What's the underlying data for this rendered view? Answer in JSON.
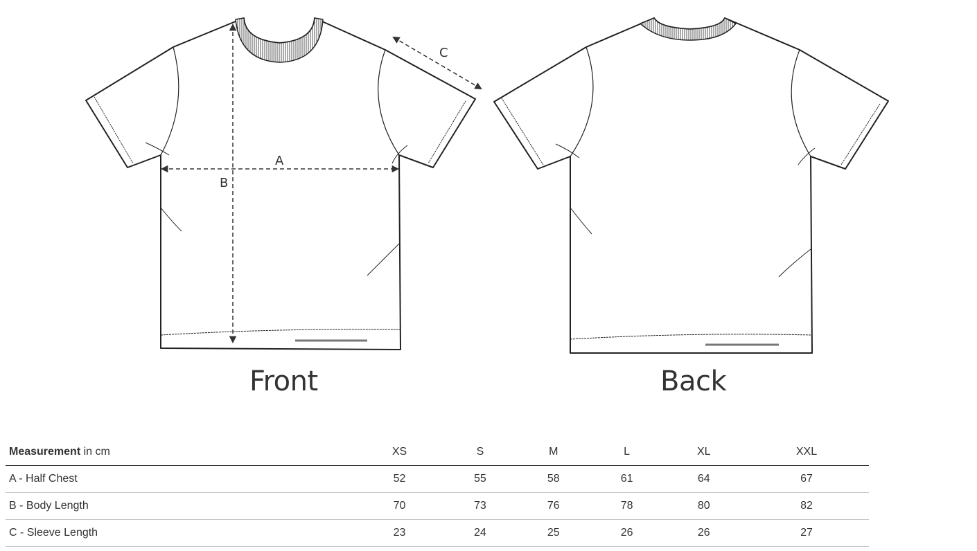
{
  "views": {
    "front_caption": "Front",
    "back_caption": "Back"
  },
  "dimension_labels": {
    "a": "A",
    "b": "B",
    "c": "C"
  },
  "table": {
    "header_bold": "Measurement",
    "header_rest": " in cm",
    "sizes": [
      "XS",
      "S",
      "M",
      "L",
      "XL",
      "XXL"
    ],
    "rows": [
      {
        "label": "A - Half Chest",
        "values": [
          "52",
          "55",
          "58",
          "61",
          "64",
          "67"
        ]
      },
      {
        "label": "B - Body Length",
        "values": [
          "70",
          "73",
          "76",
          "78",
          "80",
          "82"
        ]
      },
      {
        "label": "C - Sleeve Length",
        "values": [
          "23",
          "24",
          "25",
          "26",
          "26",
          "27"
        ]
      }
    ]
  }
}
